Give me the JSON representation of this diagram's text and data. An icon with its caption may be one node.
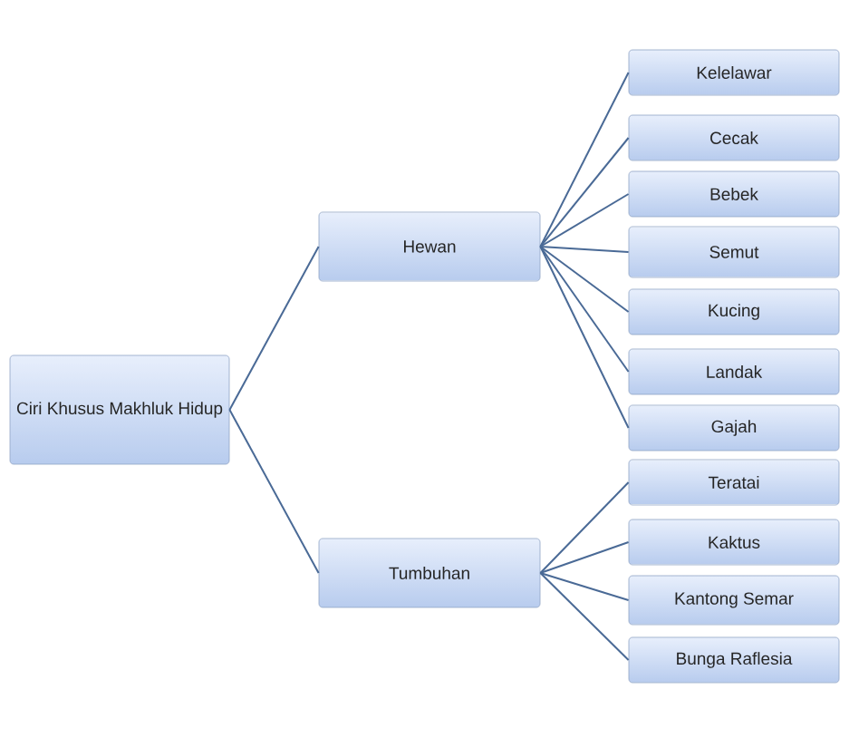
{
  "diagram": {
    "nodes": [
      {
        "text": [
          "Ciri Khusus Makhluk Hidup"
        ]
      },
      {
        "text": [
          "Hewan"
        ]
      },
      {
        "text": [
          "Tumbuhan"
        ]
      },
      {
        "text": [
          "Kelelawar"
        ]
      },
      {
        "text": [
          "Cecak"
        ]
      },
      {
        "text": [
          "Bebek"
        ]
      },
      {
        "text": [
          "Semut"
        ]
      },
      {
        "text": [
          "Kucing"
        ]
      },
      {
        "text": [
          "Landak"
        ]
      },
      {
        "text": [
          "Gajah"
        ]
      },
      {
        "text": [
          "Teratai"
        ]
      },
      {
        "text": [
          "Kaktus"
        ]
      },
      {
        "text": [
          "Kantong Semar"
        ]
      },
      {
        "text": [
          "Bunga Raflesia"
        ]
      }
    ],
    "edges": [
      {
        "from": 0,
        "to": 1,
        "arrow": "none"
      },
      {
        "from": 0,
        "to": 2,
        "arrow": "none"
      },
      {
        "from": 1,
        "to": 3,
        "arrow": "none"
      },
      {
        "from": 1,
        "to": 4,
        "arrow": "none"
      },
      {
        "from": 1,
        "to": 5,
        "arrow": "none"
      },
      {
        "from": 1,
        "to": 6,
        "arrow": "none"
      },
      {
        "from": 1,
        "to": 7,
        "arrow": "none"
      },
      {
        "from": 1,
        "to": 8,
        "arrow": "none"
      },
      {
        "from": 1,
        "to": 9,
        "arrow": "none"
      },
      {
        "from": 2,
        "to": 10,
        "arrow": "none"
      },
      {
        "from": 2,
        "to": 11,
        "arrow": "none"
      },
      {
        "from": 2,
        "to": 12,
        "arrow": "none"
      },
      {
        "from": 2,
        "to": 13,
        "arrow": "none"
      }
    ]
  }
}
